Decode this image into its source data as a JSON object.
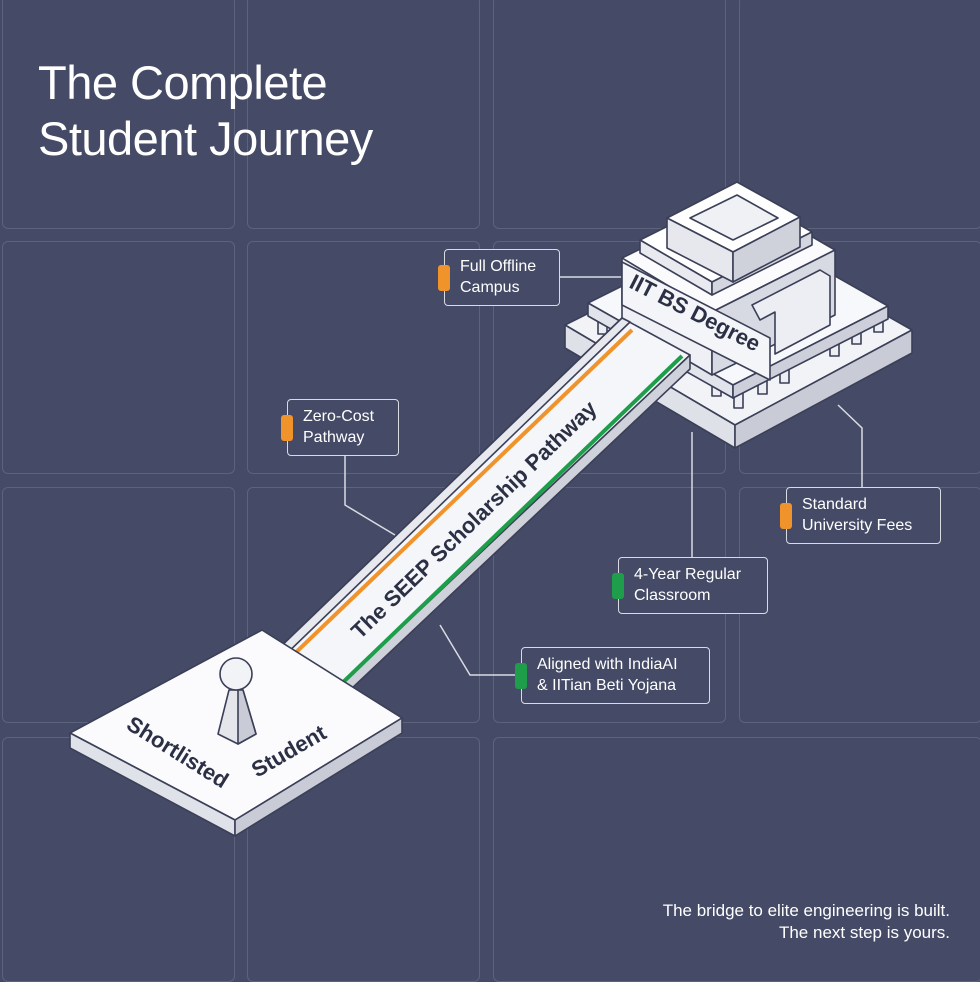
{
  "title": {
    "line1": "The Complete",
    "line2": "Student Journey"
  },
  "nodes": {
    "start": "Shortlisted Student",
    "destination": "IIT BS Degree",
    "pathway": "The SEEP Scholarship Pathway"
  },
  "callouts": [
    {
      "line1": "Full Offline",
      "line2": "Campus",
      "marker_color": "#f0932b"
    },
    {
      "line1": "Zero-Cost",
      "line2": "Pathway",
      "marker_color": "#f0932b"
    },
    {
      "line1": "Standard",
      "line2": "University Fees",
      "marker_color": "#f0932b"
    },
    {
      "line1": "4-Year Regular",
      "line2": "Classroom",
      "marker_color": "#1e9e4a"
    },
    {
      "line1": "Aligned with IndiaAI",
      "line2": "& IITian Beti Yojana",
      "marker_color": "#1e9e4a"
    }
  ],
  "footer": {
    "line1": "The bridge to elite engineering is built.",
    "line2": "The next step is yours."
  },
  "colors": {
    "background": "#454a66",
    "grid": "#5d627d",
    "orange": "#f0932b",
    "green": "#1e9e4a"
  }
}
